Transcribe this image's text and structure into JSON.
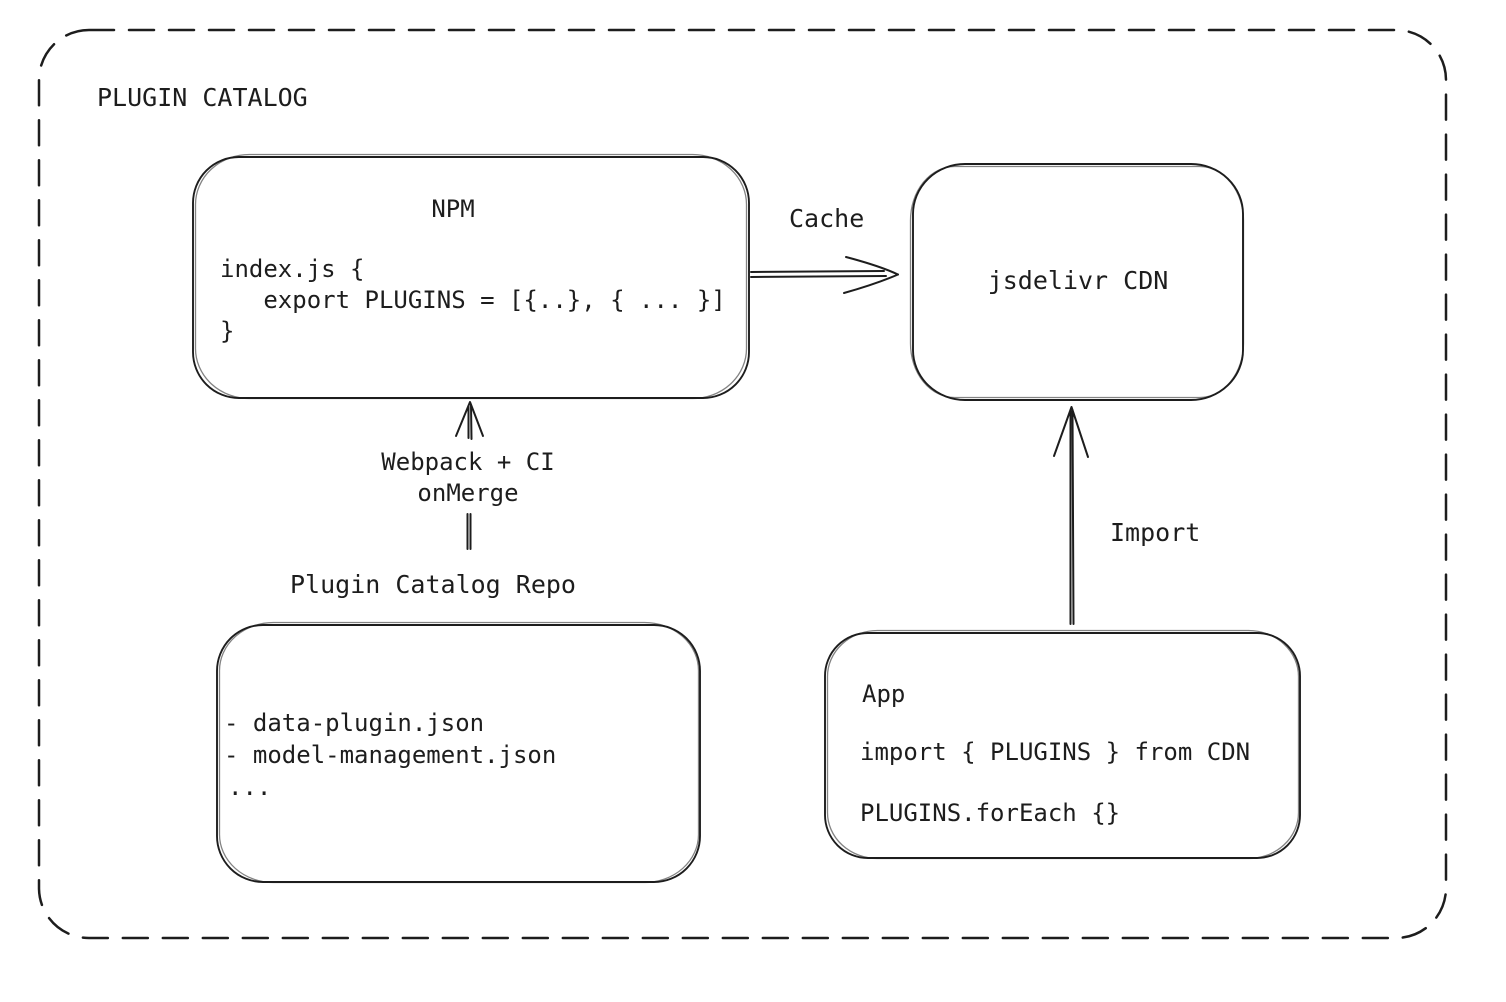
{
  "frame": {
    "title": "PLUGIN CATALOG"
  },
  "nodes": {
    "npm": {
      "title": "NPM",
      "code": [
        "index.js {",
        "   export PLUGINS = [{..}, { ... }]",
        "}"
      ]
    },
    "cdn": {
      "title": "jsdelivr CDN"
    },
    "repo": {
      "label": "Plugin Catalog Repo",
      "items": [
        "- data-plugin.json",
        "- model-management.json",
        "..."
      ]
    },
    "app": {
      "title": "App",
      "code": [
        "import { PLUGINS } from CDN",
        "PLUGINS.forEach {}"
      ]
    }
  },
  "edges": {
    "cache": {
      "label": "Cache"
    },
    "build": {
      "line1": "Webpack + CI",
      "line2": "onMerge"
    },
    "import": {
      "label": "Import"
    }
  },
  "colors": {
    "ink": "#1d1d1d",
    "background": "#ffffff"
  }
}
